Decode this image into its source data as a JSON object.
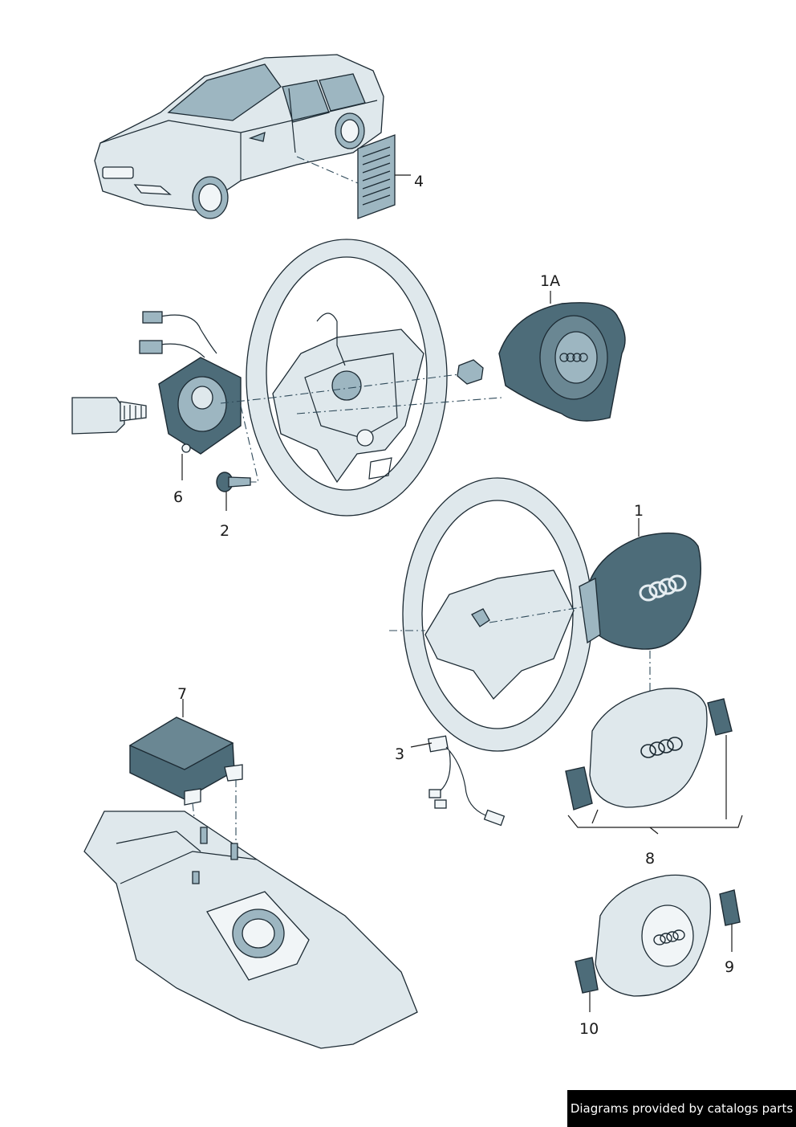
{
  "callouts": [
    {
      "id": "4",
      "text": "4"
    },
    {
      "id": "1A",
      "text": "1A"
    },
    {
      "id": "6",
      "text": "6"
    },
    {
      "id": "2",
      "text": "2"
    },
    {
      "id": "1",
      "text": "1"
    },
    {
      "id": "7",
      "text": "7"
    },
    {
      "id": "3",
      "text": "3"
    },
    {
      "id": "8",
      "text": "8"
    },
    {
      "id": "9",
      "text": "9"
    },
    {
      "id": "10",
      "text": "10"
    }
  ],
  "footer": {
    "text": "Diagrams provided by catalogs parts"
  },
  "colors": {
    "dark_part": "#4d6c79",
    "mid_part": "#9db6c1",
    "light_part": "#dfe8ec",
    "line": "#1c2a33"
  }
}
